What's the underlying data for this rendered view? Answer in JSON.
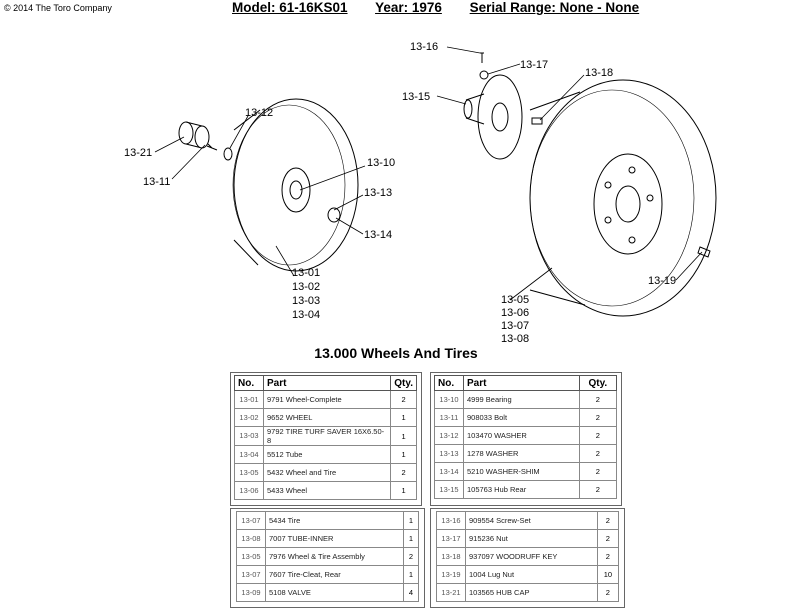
{
  "header": {
    "copyright": "© 2014 The Toro Company",
    "model": "Model: 61-16KS01",
    "year": "Year: 1976",
    "serial": "Serial Range: None - None"
  },
  "diagram": {
    "callouts": [
      "13-21",
      "13-11",
      "13-12",
      "13-10",
      "13-13",
      "13-14",
      "13-01",
      "13-02",
      "13-03",
      "13-04",
      "13-16",
      "13-17",
      "13-15",
      "13-18",
      "13-05",
      "13-06",
      "13-07",
      "13-08",
      "13-19"
    ]
  },
  "section_title": "13.000 Wheels And Tires",
  "table_headers": {
    "no": "No.",
    "part": "Part",
    "qty": "Qty."
  },
  "tables": {
    "top_left": [
      {
        "no": "13-01",
        "part": "9791 Wheel-Complete",
        "qty": "2"
      },
      {
        "no": "13-02",
        "part": "9652 WHEEL",
        "qty": "1"
      },
      {
        "no": "13-03",
        "part": "9792 TIRE TURF SAVER 16X6.50-8",
        "qty": "1"
      },
      {
        "no": "13-04",
        "part": "5512 Tube",
        "qty": "1"
      },
      {
        "no": "13-05",
        "part": "5432 Wheel and Tire",
        "qty": "2"
      },
      {
        "no": "13-06",
        "part": "5433 Wheel",
        "qty": "1"
      }
    ],
    "top_right": [
      {
        "no": "13-10",
        "part": "4999 Bearing",
        "qty": "2"
      },
      {
        "no": "13-11",
        "part": "908033 Bolt",
        "qty": "2"
      },
      {
        "no": "13-12",
        "part": "103470 WASHER",
        "qty": "2"
      },
      {
        "no": "13-13",
        "part": "1278 WASHER",
        "qty": "2"
      },
      {
        "no": "13-14",
        "part": "5210 WASHER-SHIM",
        "qty": "2"
      },
      {
        "no": "13-15",
        "part": "105763 Hub Rear",
        "qty": "2"
      }
    ],
    "bottom_left": [
      {
        "no": "13-07",
        "part": "5434 Tire",
        "qty": "1"
      },
      {
        "no": "13-08",
        "part": "7007 TUBE-INNER",
        "qty": "1"
      },
      {
        "no": "13-05",
        "part": "7976 Wheel & Tire Assembly",
        "qty": "2"
      },
      {
        "no": "13-07",
        "part": "7607 Tire-Cleat, Rear",
        "qty": "1"
      },
      {
        "no": "13-09",
        "part": "5108 VALVE",
        "qty": "4"
      }
    ],
    "bottom_right": [
      {
        "no": "13-16",
        "part": "909554 Screw-Set",
        "qty": "2"
      },
      {
        "no": "13-17",
        "part": "915236 Nut",
        "qty": "2"
      },
      {
        "no": "13-18",
        "part": "937097 WOODRUFF KEY",
        "qty": "2"
      },
      {
        "no": "13-19",
        "part": "1004 Lug Nut",
        "qty": "10"
      },
      {
        "no": "13-21",
        "part": "103565 HUB CAP",
        "qty": "2"
      }
    ]
  }
}
